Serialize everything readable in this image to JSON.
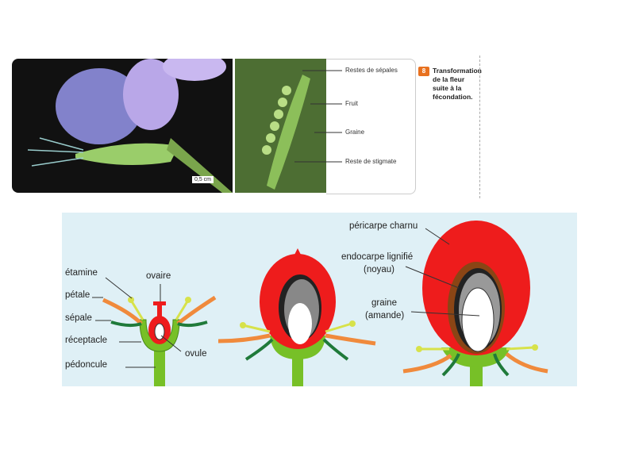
{
  "photo_panel": {
    "scale_label": "0,5 cm",
    "labels": [
      "Restes de sépales",
      "Fruit",
      "Graine",
      "Reste de stigmate"
    ],
    "badge": "8",
    "caption": [
      "Transformation",
      "de la fleur",
      "suite à la",
      "fécondation."
    ]
  },
  "diagram": {
    "flower_labels": {
      "etamine": "étamine",
      "ovaire": "ovaire",
      "petale": "pétale",
      "sepale": "sépale",
      "receptacle": "réceptacle",
      "ovule": "ovule",
      "pedoncule": "pédoncule"
    },
    "fruit_labels": {
      "pericarpe": "péricarpe charnu",
      "endocarpe": "endocarpe lignifié",
      "noyau": "(noyau)",
      "graine": "graine",
      "amande": "(amande)"
    }
  },
  "colors": {
    "badge": "#e8711f",
    "diagram_bg": "#dff0f6",
    "red": "#ee1c1c",
    "green": "#77c027",
    "orange": "#f08a3c"
  }
}
